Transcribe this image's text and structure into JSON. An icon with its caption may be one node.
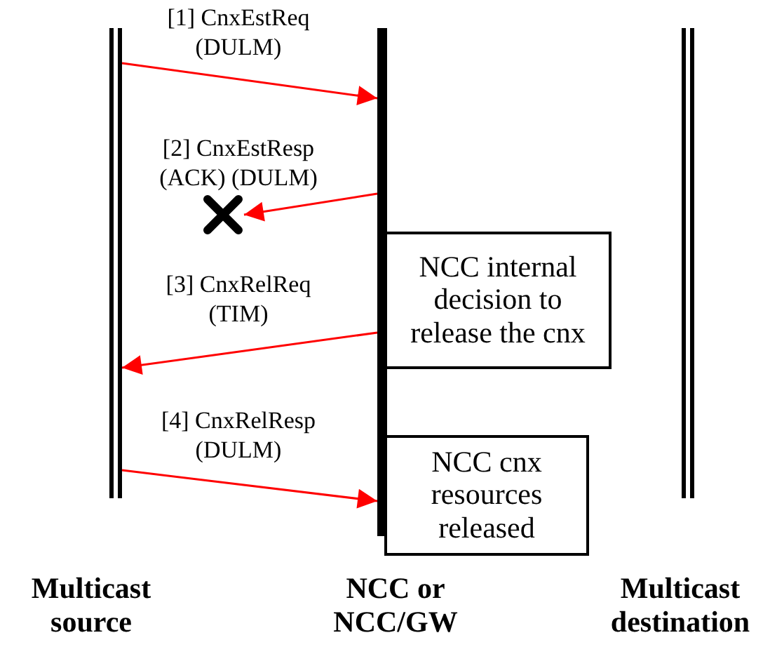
{
  "diagram": {
    "nodes": [
      {
        "text": [],
        "shape": "bar"
      },
      {
        "text": [],
        "shape": "bar"
      },
      {
        "text": [],
        "shape": "bar"
      },
      {
        "text": [],
        "shape": "cross"
      },
      {
        "text": [
          "NCC internal decision to release the cnx"
        ]
      },
      {
        "text": [
          "NCC cnx resources released"
        ]
      }
    ],
    "edges": [
      {
        "from": 0,
        "to": 1,
        "arrow": "to",
        "label": "[1] CnxEstReq (DULM)"
      },
      {
        "from": 1,
        "to": 3,
        "arrow": "to",
        "label": "[2] CnxEstResp (ACK) (DULM)"
      },
      {
        "from": 1,
        "to": 0,
        "arrow": "to",
        "label": "[3] CnxRelReq (TIM)"
      },
      {
        "from": 0,
        "to": 1,
        "arrow": "to",
        "label": "[4] CnxRelResp (DULM)"
      }
    ],
    "labels": [
      "Multicast source",
      "NCC or NCC/GW",
      "Multicast destination"
    ]
  }
}
